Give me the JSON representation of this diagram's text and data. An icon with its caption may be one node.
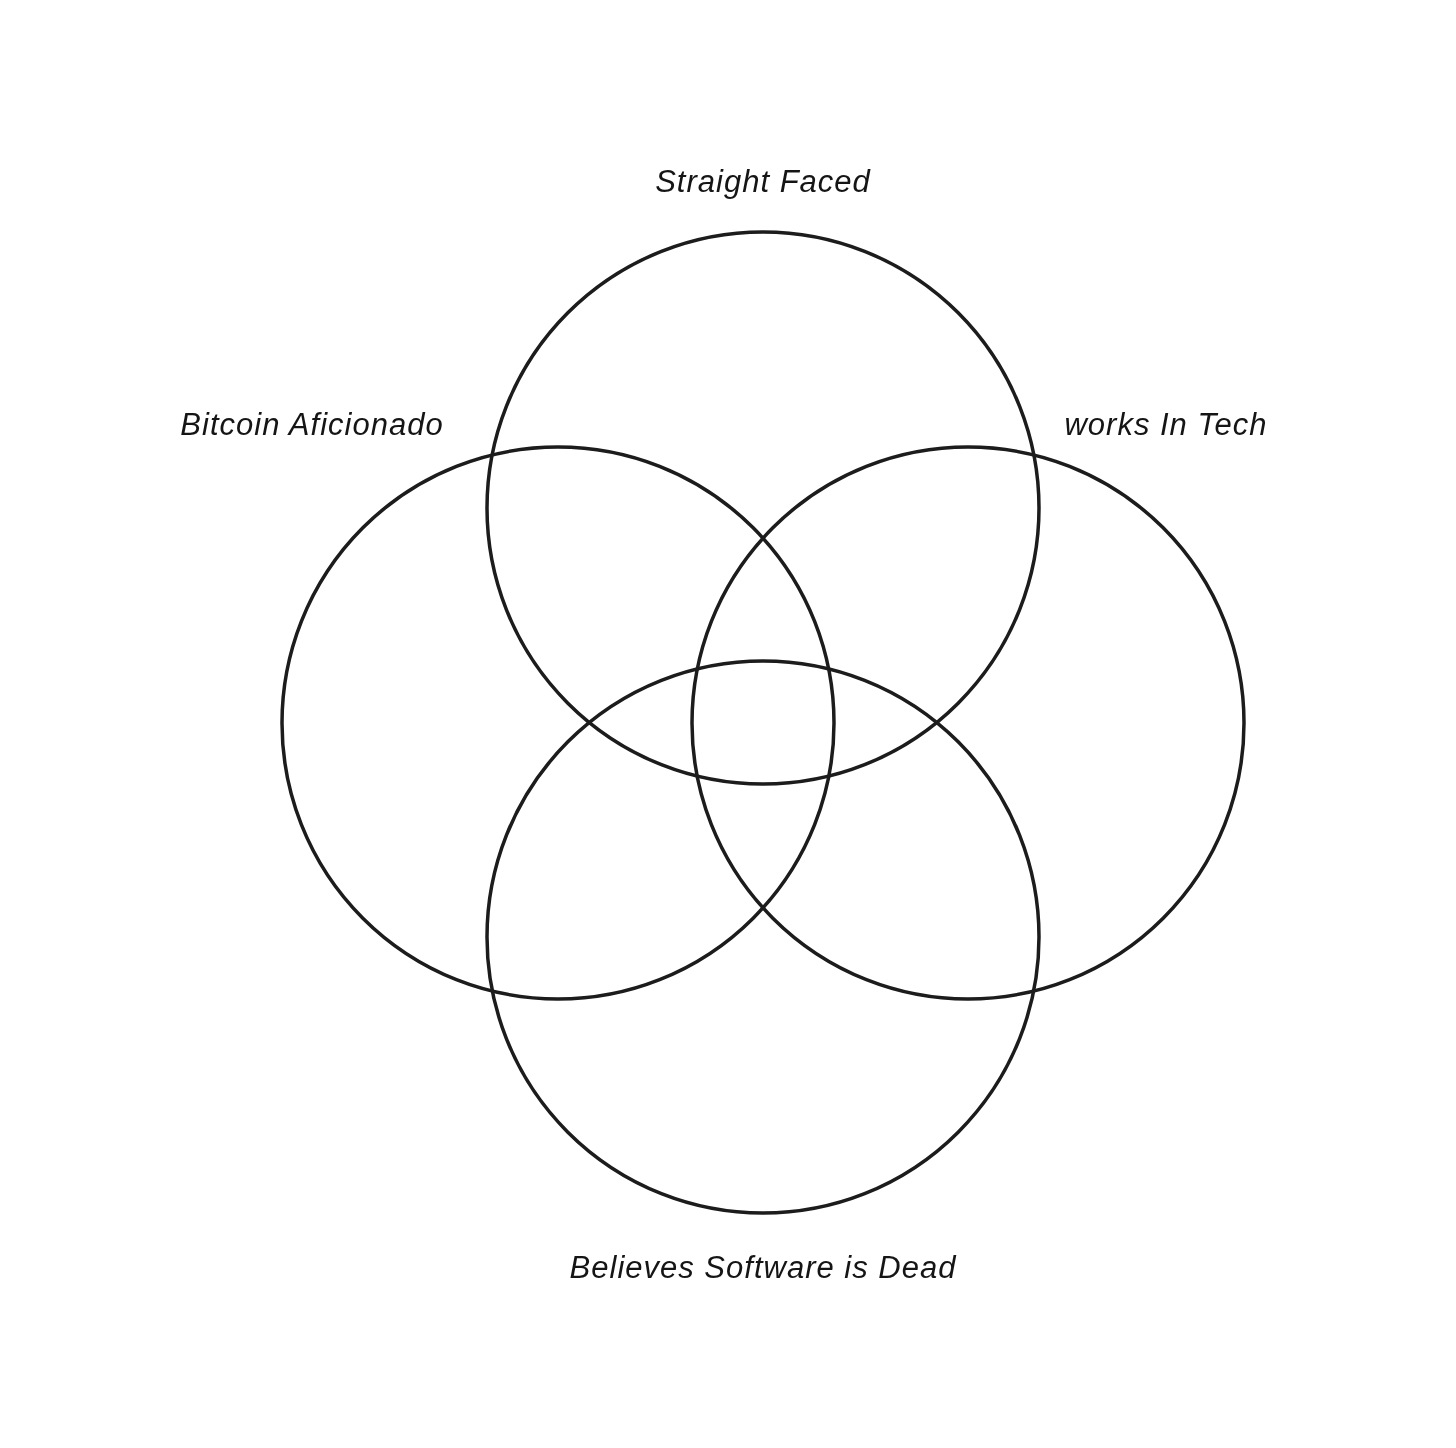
{
  "diagram": {
    "nodes": [
      {
        "text": [
          "Straight Faced"
        ]
      },
      {
        "text": [
          "Bitcoin Aficionado"
        ]
      },
      {
        "text": [
          "works In Tech"
        ]
      },
      {
        "text": [
          "Believes Software is Dead"
        ]
      }
    ]
  }
}
